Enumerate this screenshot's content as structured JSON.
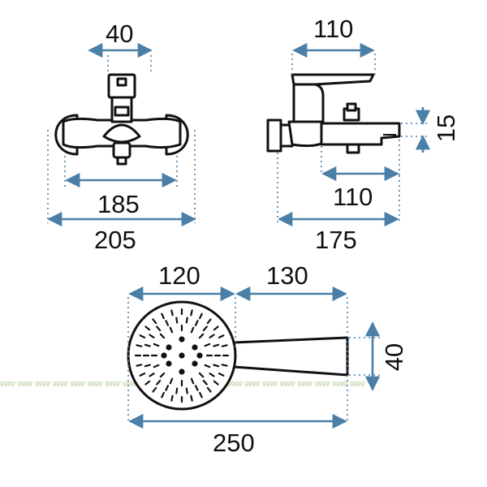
{
  "colors": {
    "dimension": "#4a7fa8",
    "outline": "#111111",
    "watermark": "#a8c88a"
  },
  "front_view": {
    "top_width": "40",
    "inner_width": "185",
    "outer_width": "205"
  },
  "side_view": {
    "top_width": "110",
    "spout_width": "110",
    "total_width": "175",
    "spout_height": "15"
  },
  "shower_head": {
    "head_width": "120",
    "handle_width": "130",
    "total_width": "250",
    "handle_height": "40"
  },
  "watermark": {
    "text": "9999' 9999' 9999' 9999' 9999' 9999' 9999' 9999' 9999' 9999' 9999' 9999' 9999' 9999' 9999' 9999' 9999' 9999' 9999' 9999' 9999'"
  }
}
